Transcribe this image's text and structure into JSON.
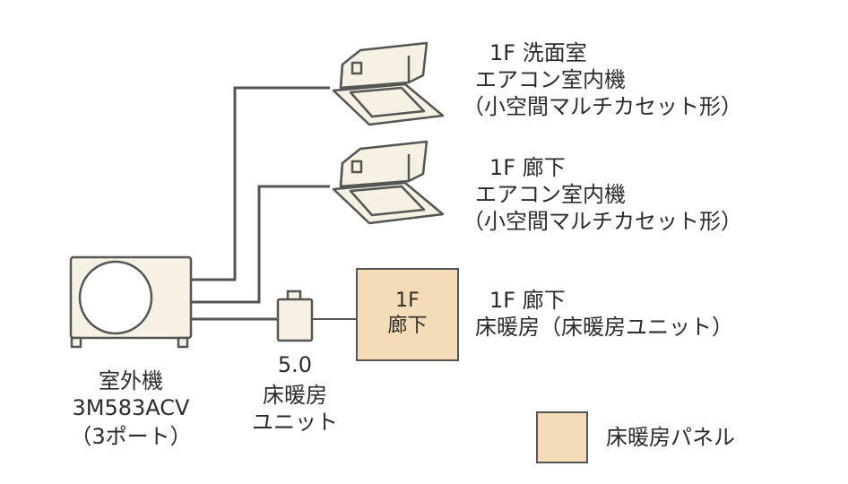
{
  "indoor_units": [
    {
      "location": "1F 洗面室",
      "type": "エアコン室内機",
      "model": "（小空間マルチカセット形）"
    },
    {
      "location": "1F 廊下",
      "type": "エアコン室内機",
      "model": "（小空間マルチカセット形）"
    }
  ],
  "floor_heating": {
    "location": "1F 廊下",
    "description": "床暖房（床暖房ユニット）",
    "panel_line1": "1F",
    "panel_line2": "廊下"
  },
  "floor_heating_unit": {
    "capacity": "5.0",
    "label_line1": "床暖房",
    "label_line2": "ユニット"
  },
  "outdoor_unit": {
    "label": "室外機",
    "model": "3M583ACV",
    "ports": "（3ポート）"
  },
  "legend": {
    "label": "床暖房パネル",
    "color": "#f3dcb6"
  },
  "colors": {
    "line": "#555555",
    "unit_fill": "#f6f1e2",
    "panel_fill": "#f3dcb6"
  }
}
